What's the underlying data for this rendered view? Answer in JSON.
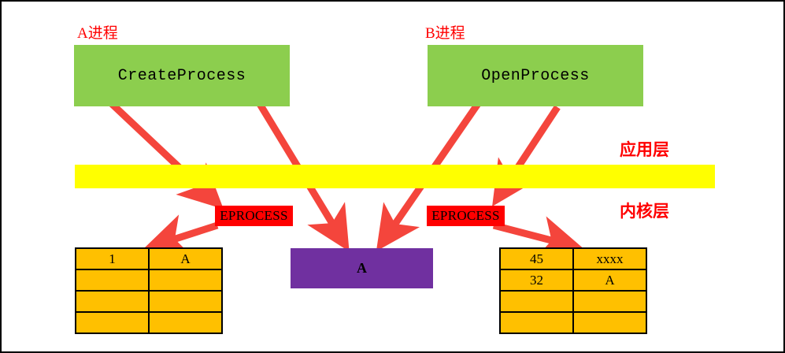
{
  "diagram": {
    "title_labels": {
      "process_a": "A进程",
      "process_b": "B进程"
    },
    "layers": {
      "application": "应用层",
      "kernel": "内核层"
    },
    "api_boxes": [
      {
        "label": "CreateProcess"
      },
      {
        "label": "OpenProcess"
      }
    ],
    "kernel_objects": [
      {
        "label": "EPROCESS"
      },
      {
        "label": "EPROCESS"
      }
    ],
    "shared_object": {
      "label": "A"
    },
    "handle_tables": [
      {
        "rows": [
          [
            "1",
            "A"
          ],
          [
            "",
            ""
          ],
          [
            "",
            ""
          ],
          [
            "",
            ""
          ]
        ]
      },
      {
        "rows": [
          [
            "45",
            "xxxx"
          ],
          [
            "32",
            "A"
          ],
          [
            "",
            ""
          ],
          [
            "",
            ""
          ]
        ]
      }
    ],
    "colors": {
      "api_box": "#8CCE4E",
      "layer_divider": "#FFFF00",
      "kernel_object": "#FF0000",
      "shared_object": "#7030A0",
      "table_fill": "#FFC000",
      "arrow": "#F4453C",
      "label_text": "#FF0000",
      "border": "#000000"
    }
  }
}
